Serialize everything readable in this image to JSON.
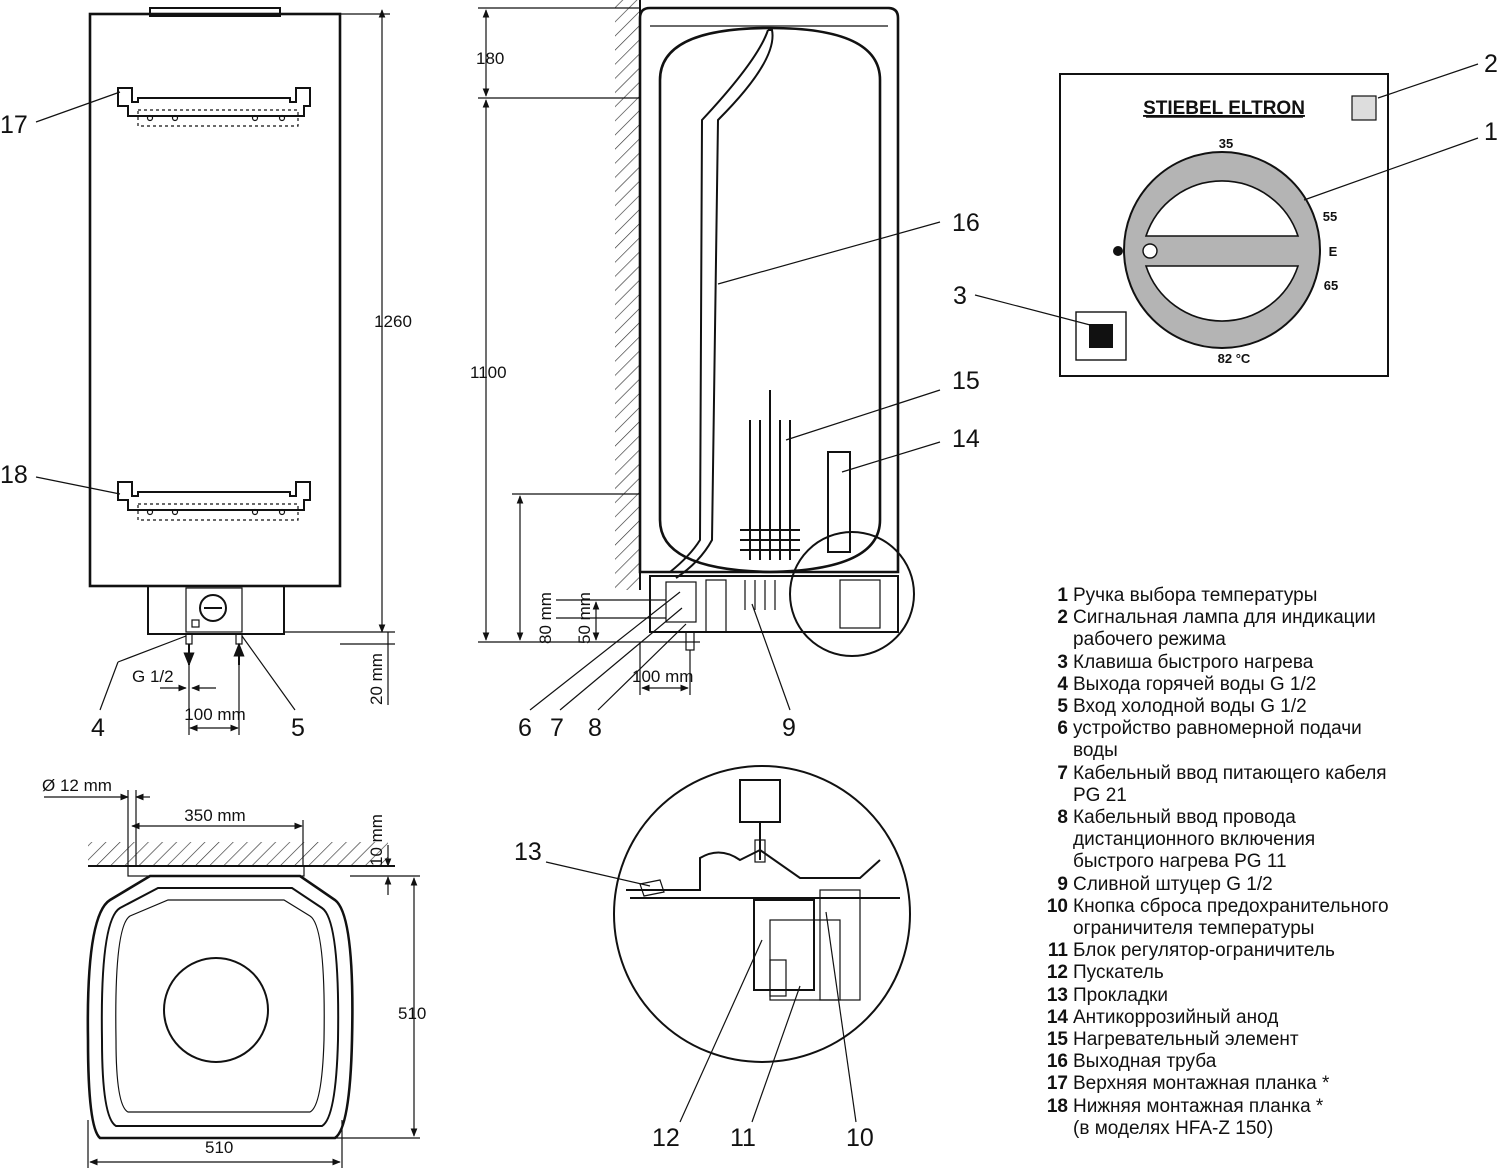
{
  "dimensions": {
    "front_height": "1260",
    "front_bottom": "20 mm",
    "front_pipe": "G 1/2",
    "front_spacing": "100 mm",
    "side_top": "180",
    "side_mid": "1100",
    "side_80": "80 mm",
    "side_50": "50 mm",
    "side_100": "100 mm",
    "top_hole": "Ø 12 mm",
    "top_span": "350 mm",
    "top_gap": "10 mm",
    "top_depth": "510",
    "top_width": "510"
  },
  "panel": {
    "brand": "STIEBEL ELTRON",
    "t35": "35",
    "t55": "55",
    "tE": "E",
    "t65": "65",
    "t82": "82 °C"
  },
  "callouts": {
    "c1": "1",
    "c2": "2",
    "c3": "3",
    "c4": "4",
    "c5": "5",
    "c6": "6",
    "c7": "7",
    "c8": "8",
    "c9": "9",
    "c10": "10",
    "c11": "11",
    "c12": "12",
    "c13": "13",
    "c14": "14",
    "c15": "15",
    "c16": "16",
    "c17": "17",
    "c18": "18"
  },
  "legend": [
    {
      "num": "1",
      "text": "Ручка выбора температуры"
    },
    {
      "num": "2",
      "text": "Сигнальная лампа для индикации",
      "text2": "рабочего режима"
    },
    {
      "num": "3",
      "text": "Клавиша быстрого нагрева"
    },
    {
      "num": "4",
      "text": "Выхода горячей воды G 1/2"
    },
    {
      "num": "5",
      "text": "Вход холодной воды G 1/2"
    },
    {
      "num": "6",
      "text": "устройство равномерной подачи",
      "text2": "воды"
    },
    {
      "num": "7",
      "text": "Кабельный ввод питающего кабеля",
      "text2": "PG 21"
    },
    {
      "num": "8",
      "text": "Кабельный ввод провода",
      "text2": "дистанционного включения",
      "text3": "быстрого нагрева PG 11"
    },
    {
      "num": "9",
      "text": "Сливной штуцер G 1/2"
    },
    {
      "num": "10",
      "text": "Кнопка сброса предохранительного",
      "text2": "ограничителя температуры"
    },
    {
      "num": "11",
      "text": "Блок регулятор-ограничитель"
    },
    {
      "num": "12",
      "text": "Пускатель"
    },
    {
      "num": "13",
      "text": "Прокладки"
    },
    {
      "num": "14",
      "text": "Антикоррозийный анод"
    },
    {
      "num": "15",
      "text": "Нагревательный элемент"
    },
    {
      "num": "16",
      "text": "Выходная труба"
    },
    {
      "num": "17",
      "text": "Верхняя монтажная планка *"
    },
    {
      "num": "18",
      "text": "Нижняя монтажная планка *",
      "text2": "(в моделях HFA-Z 150)"
    }
  ]
}
